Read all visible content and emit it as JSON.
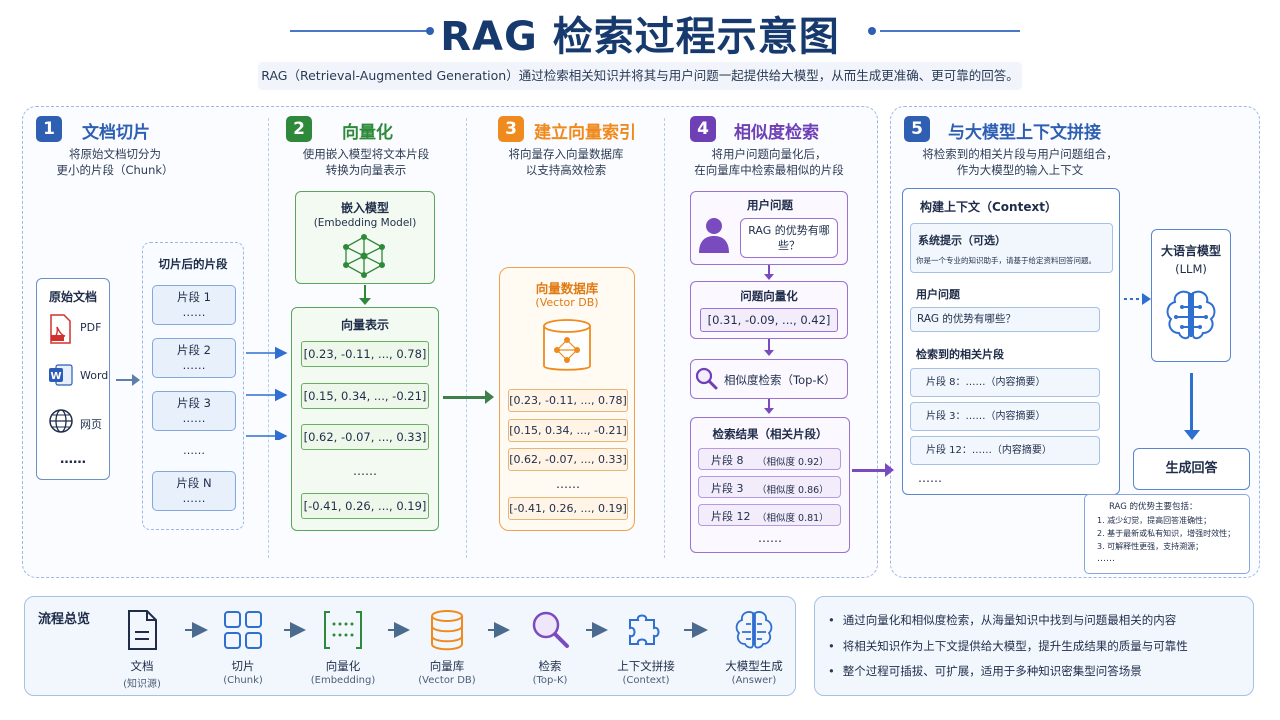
{
  "title": "RAG 检索过程示意图",
  "subtitle": "RAG（Retrieval-Augmented Generation）通过检索相关知识并将其与用户问题一起提供给大模型，从而生成更准确、更可靠的回答。",
  "colors": {
    "step1": "#2f5fb3",
    "step2": "#2e8a3a",
    "step3": "#ef8a1e",
    "step4": "#6f3fb5",
    "step5": "#2f5fb3"
  },
  "step1": {
    "num": "1",
    "title": "文档切片",
    "desc1": "将原始文档切分为",
    "desc2": "更小的片段（Chunk）",
    "source_title": "原始文档",
    "src_pdf": "PDF",
    "src_word": "Word",
    "src_web": "网页",
    "src_more": "……",
    "chunks_title": "切片后的片段",
    "chunks": [
      "片段 1",
      "片段 2",
      "片段 3",
      "片段 N"
    ],
    "chunk_dots": "……",
    "mid_dots": "……"
  },
  "step2": {
    "num": "2",
    "title": "向量化",
    "desc1": "使用嵌入模型将文本片段",
    "desc2": "转换为向量表示",
    "model_title": "嵌入模型",
    "model_sub": "(Embedding Model)",
    "vec_title": "向量表示",
    "vectors": [
      "[0.23, -0.11, ..., 0.78]",
      "[0.15, 0.34, ..., -0.21]",
      "[0.62, -0.07, ..., 0.33]",
      "[-0.41, 0.26, ..., 0.19]"
    ],
    "vec_dots": "……"
  },
  "step3": {
    "num": "3",
    "title": "建立向量索引",
    "desc1": "将向量存入向量数据库",
    "desc2": "以支持高效检索",
    "db_title": "向量数据库",
    "db_sub": "(Vector DB)",
    "vectors": [
      "[0.23, -0.11, ..., 0.78]",
      "[0.15, 0.34, ..., -0.21]",
      "[0.62, -0.07, ..., 0.33]",
      "[-0.41, 0.26, ..., 0.19]"
    ],
    "vec_dots": "……"
  },
  "step4": {
    "num": "4",
    "title": "相似度检索",
    "desc1": "将用户问题向量化后，",
    "desc2": "在向量库中检索最相似的片段",
    "user_q_title": "用户问题",
    "user_q": "RAG 的优势有哪些？",
    "qvec_title": "问题向量化",
    "qvec": "[0.31, -0.09, ..., 0.42]",
    "search_label": "相似度检索（Top-K）",
    "results_title": "检索结果（相关片段）",
    "results": [
      {
        "name": "片段 8",
        "score": "（相似度  0.92）"
      },
      {
        "name": "片段 3",
        "score": "（相似度  0.86）"
      },
      {
        "name": "片段 12",
        "score": "（相似度  0.81）"
      }
    ],
    "results_dots": "……"
  },
  "step5": {
    "num": "5",
    "title": "与大模型上下文拼接",
    "desc1": "将检索到的相关片段与用户问题组合，",
    "desc2": "作为大模型的输入上下文",
    "ctx_title": "构建上下文（Context）",
    "sys_title": "系统提示（可选）",
    "sys_text": "你是一个专业的知识助手，请基于给定资料回答问题。",
    "uq_title": "用户问题",
    "uq_text": "RAG 的优势有哪些？",
    "ret_title": "检索到的相关片段",
    "ret_items": [
      "片段 8：……（内容摘要）",
      "片段 3：……（内容摘要）",
      "片段 12：……（内容摘要）"
    ],
    "ret_dots": "……",
    "llm_title": "大语言模型",
    "llm_sub": "(LLM)",
    "answer_title": "生成回答",
    "answer_head": "RAG 的优势主要包括：",
    "answer_items": [
      "1.   减少幻觉，提高回答准确性；",
      "2.   基于最新或私有知识，增强时效性；",
      "3.   可解释性更强，支持溯源；"
    ],
    "answer_dots": "……"
  },
  "overview": {
    "title": "流程总览",
    "items": [
      {
        "icon": "document-icon",
        "label": "文档",
        "sub": "(知识源)"
      },
      {
        "icon": "grid-icon",
        "label": "切片",
        "sub": "(Chunk)"
      },
      {
        "icon": "vector-icon",
        "label": "向量化",
        "sub": "(Embedding)"
      },
      {
        "icon": "database-icon",
        "label": "向量库",
        "sub": "(Vector DB)"
      },
      {
        "icon": "magnifier-icon",
        "label": "检索",
        "sub": "(Top-K)"
      },
      {
        "icon": "puzzle-icon",
        "label": "上下文拼接",
        "sub": "(Context)"
      },
      {
        "icon": "brain-icon",
        "label": "大模型生成",
        "sub": "(Answer)"
      }
    ]
  },
  "notes": [
    "通过向量化和相似度检索，从海量知识中找到与问题最相关的内容",
    "将相关知识作为上下文提供给大模型，提升生成结果的质量与可靠性",
    "整个过程可插拔、可扩展，适用于多种知识密集型问答场景"
  ]
}
